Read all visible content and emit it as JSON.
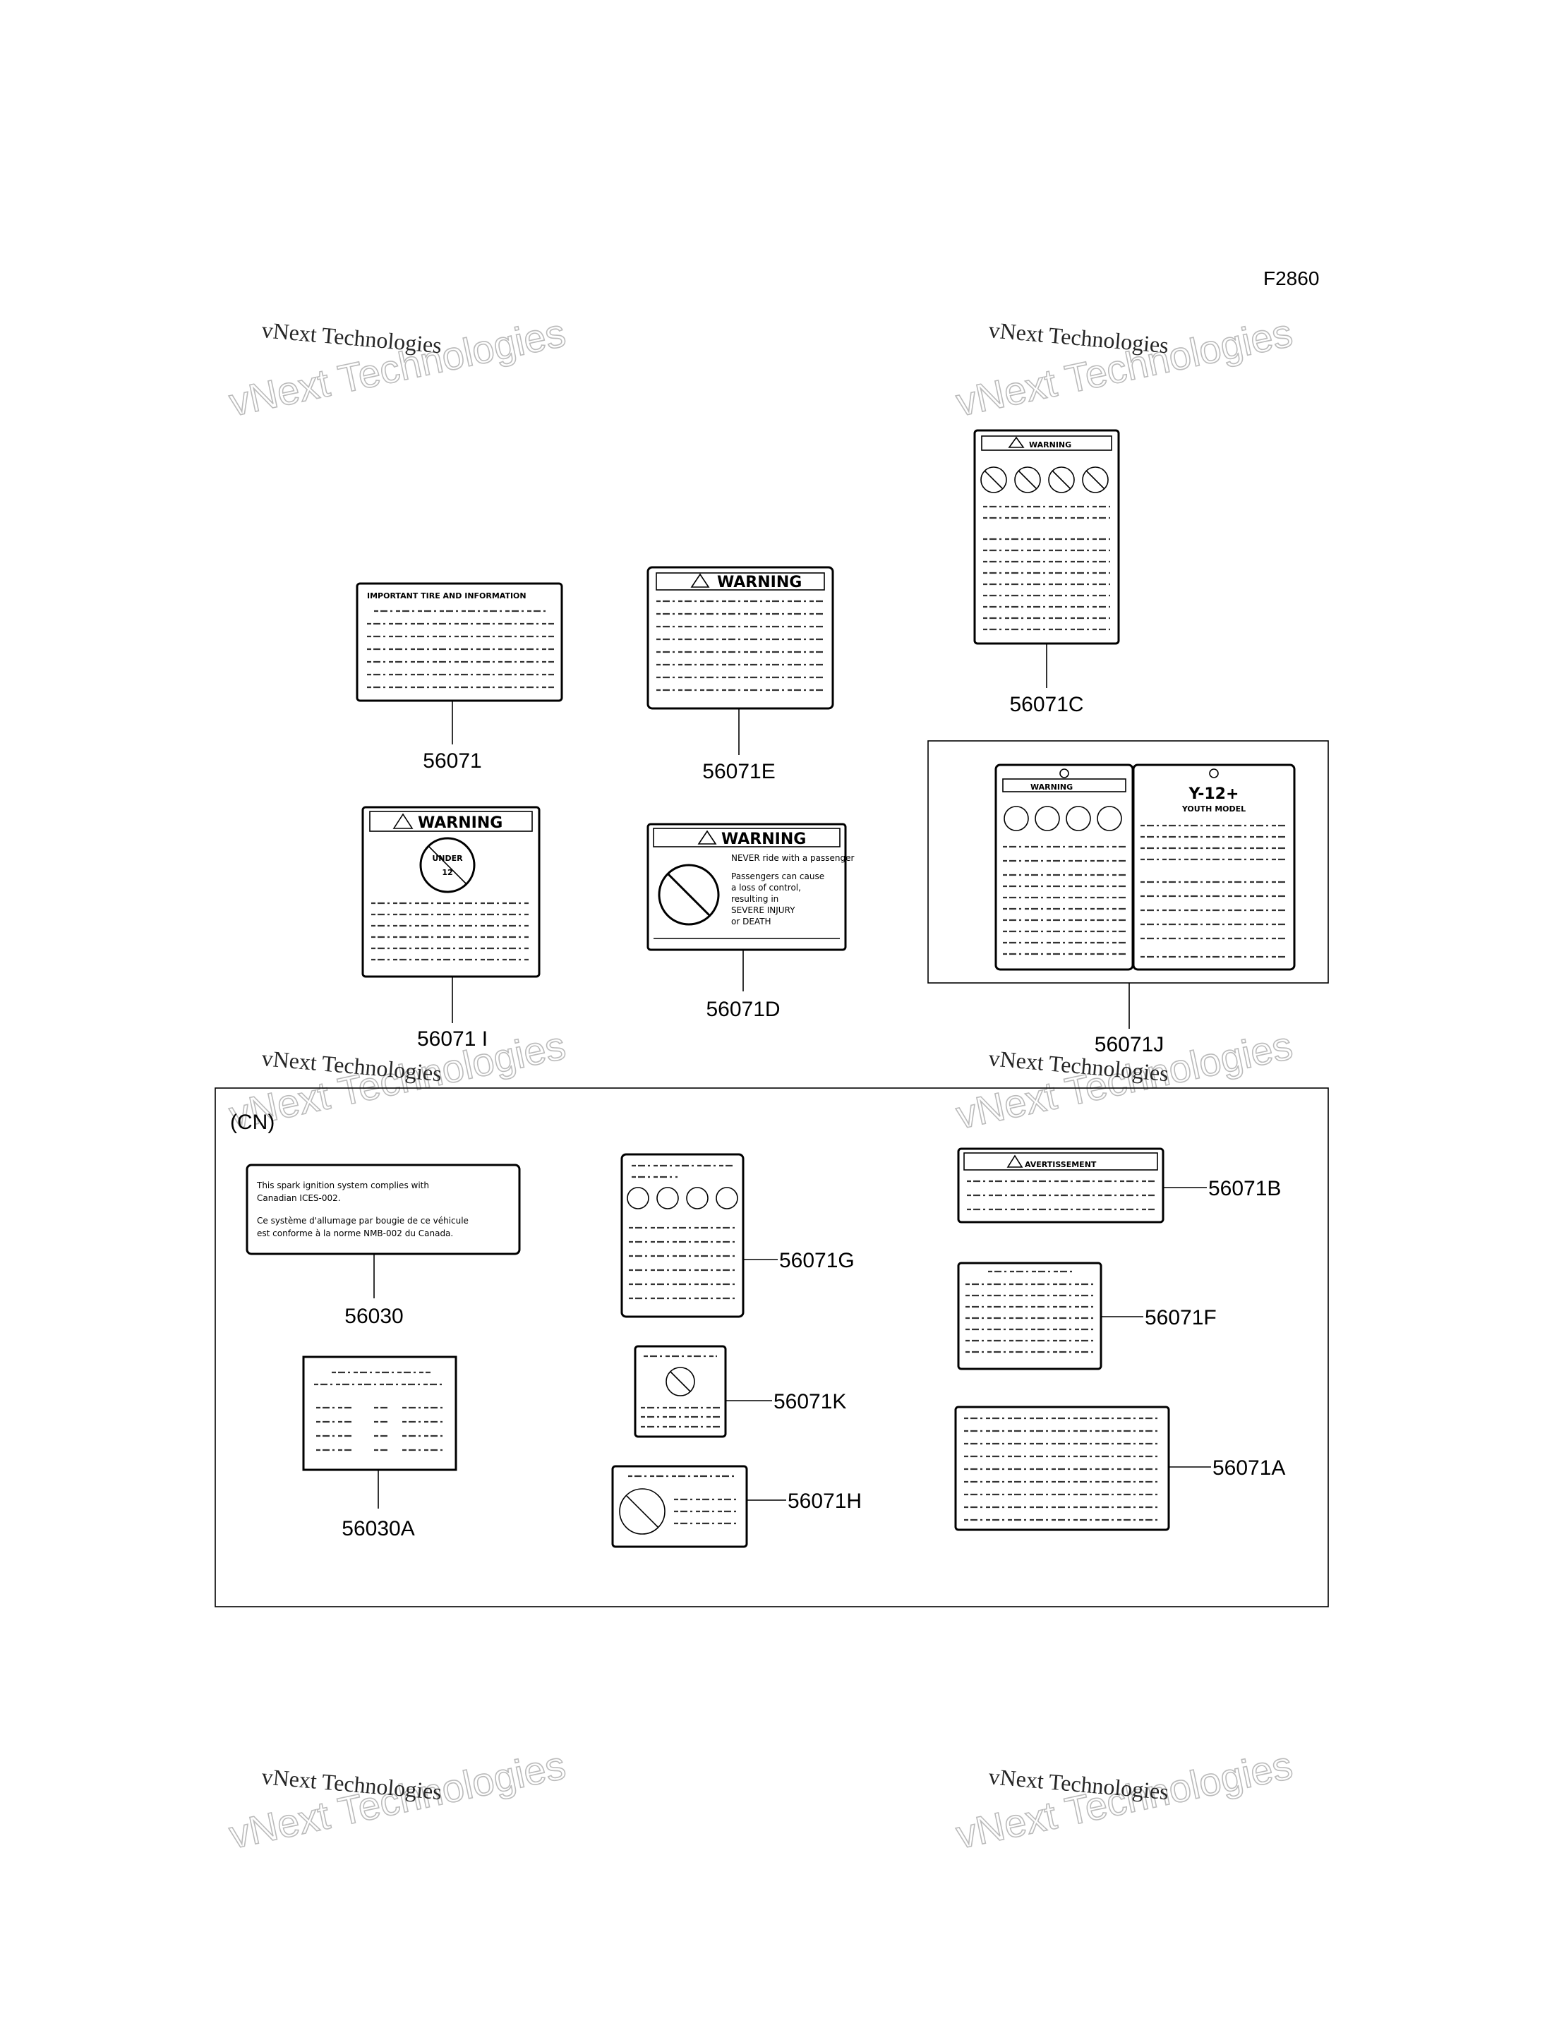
{
  "figure_code": "F2860",
  "region_label": "(CN)",
  "watermark": {
    "line1": "vNext Technologies",
    "line2": "vNext Technologies"
  },
  "label_text": {
    "warning": "WARNING",
    "avertissement": "AVERTISSEMENT",
    "important_tire": "IMPORTANT TIRE AND INFORMATION",
    "under": "UNDER",
    "under_age": "12",
    "y12": "Y-12+",
    "youth_model": "YOUTH MODEL",
    "never_ride": "NEVER ride with a passenger",
    "passengers_1": "Passengers can cause",
    "passengers_2": "a loss of control,",
    "passengers_3": "resulting in",
    "passengers_4": "SEVERE INJURY",
    "passengers_5": "or DEATH",
    "canada_1": "This spark ignition system complies with",
    "canada_2": "Canadian ICES-002.",
    "canada_3": "Ce système d'allumage par bougie de ce véhicule",
    "canada_4": "est conforme à la norme NMB-002 du Canada."
  },
  "parts": {
    "p56071": "56071",
    "p56071E": "56071E",
    "p56071C": "56071C",
    "p56071I": "56071 I",
    "p56071D": "56071D",
    "p56071J": "56071J",
    "p56030": "56030",
    "p56030A": "56030A",
    "p56071G": "56071G",
    "p56071K": "56071K",
    "p56071H": "56071H",
    "p56071B": "56071B",
    "p56071F": "56071F",
    "p56071A": "56071A"
  }
}
